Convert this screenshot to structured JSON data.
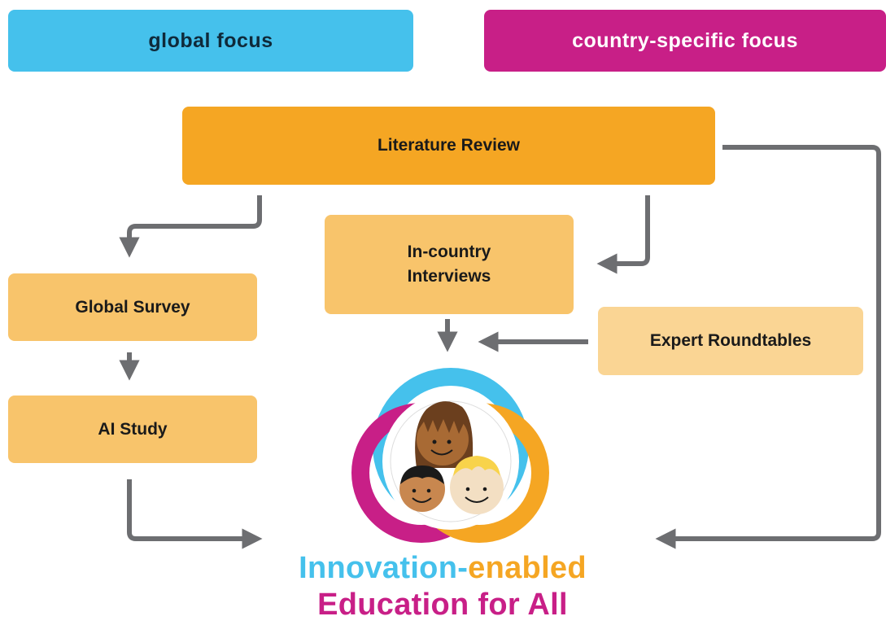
{
  "legend": {
    "global": "global focus",
    "country": "country-specific focus"
  },
  "steps": {
    "literature_review": "Literature Review",
    "in_country_interviews_line1": "In-country",
    "in_country_interviews_line2": "Interviews",
    "global_survey": "Global Survey",
    "ai_study": "AI Study",
    "expert_roundtables": "Expert Roundtables"
  },
  "outcome": {
    "line1_part1": "Innovation-",
    "line1_part2": "enabled",
    "line2": "Education for All"
  },
  "colors": {
    "global": "#45c1ec",
    "country": "#c81f87",
    "orange": "#f5a623",
    "light_orange": "#f8c46b",
    "pale_orange": "#fad594",
    "arrow": "#6d6e71"
  },
  "logo": {
    "icon": "children-faces-icon"
  }
}
